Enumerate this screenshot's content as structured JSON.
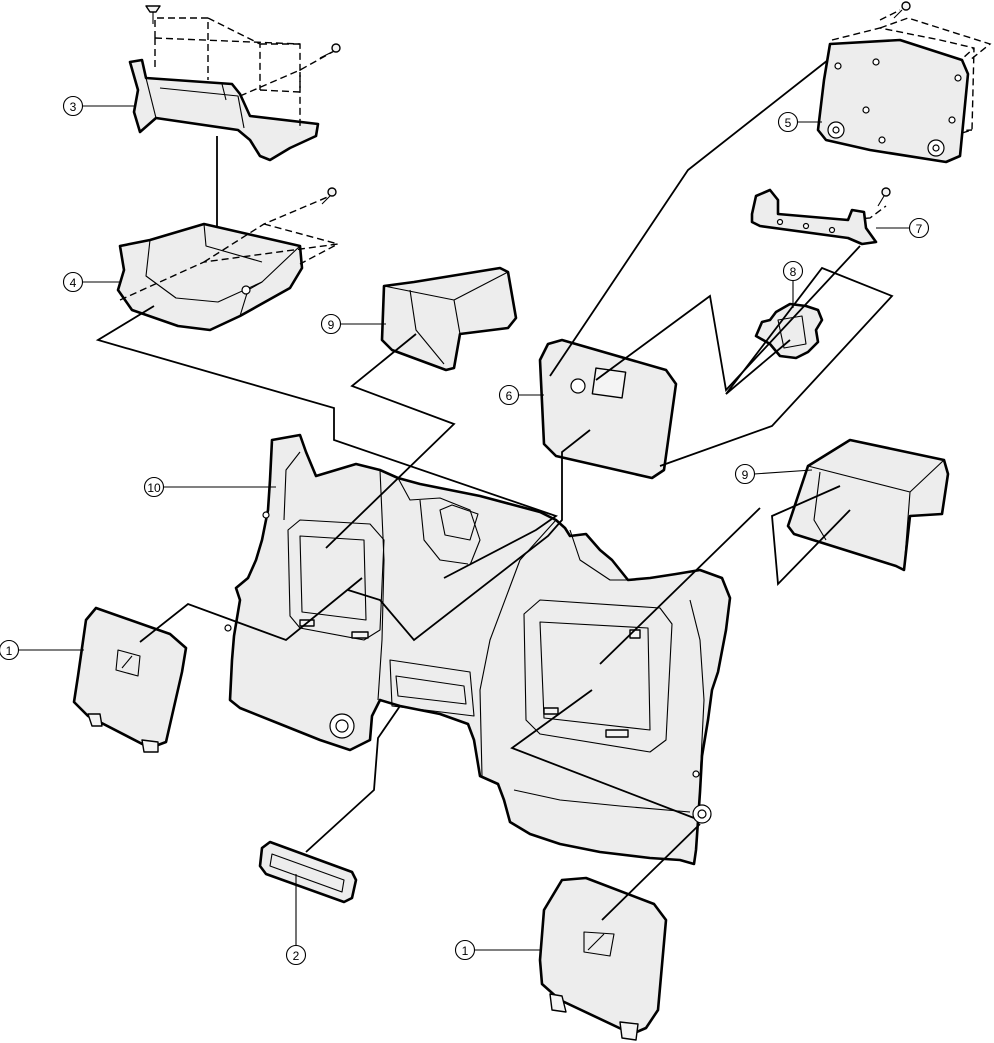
{
  "callouts": {
    "c1a": "1",
    "c1b": "1",
    "c2": "2",
    "c3": "3",
    "c4": "4",
    "c5": "5",
    "c6": "6",
    "c7": "7",
    "c8": "8",
    "c9a": "9",
    "c9b": "9",
    "c10": "10"
  }
}
